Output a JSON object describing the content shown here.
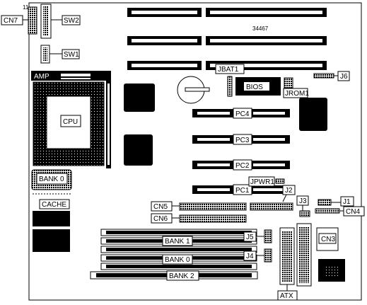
{
  "board_number": "34467",
  "labels": {
    "cn7": "CN7",
    "pin11": "11",
    "sw2": "SW2",
    "sw1": "SW1",
    "amp": "AMP",
    "cpu": "CPU",
    "bank0_cache": "BANK 0",
    "cache": "CACHE",
    "jbat1": "JBAT1",
    "bios": "BIOS",
    "jrom1": "JROM1",
    "j6": "J6",
    "pc4": "PC4",
    "pc3": "PC3",
    "pc2": "PC2",
    "pc1": "PC1",
    "jpwr1": "JPWR1",
    "j2": "J2",
    "j3": "J3",
    "j1": "J1",
    "cn4": "CN4",
    "cn5": "CN5",
    "cn6": "CN6",
    "j5": "J5",
    "j4": "J4",
    "bank1": "BANK 1",
    "bank0": "BANK 0",
    "bank2": "BANK 2",
    "cn3": "CN3",
    "atx": "ATX"
  }
}
